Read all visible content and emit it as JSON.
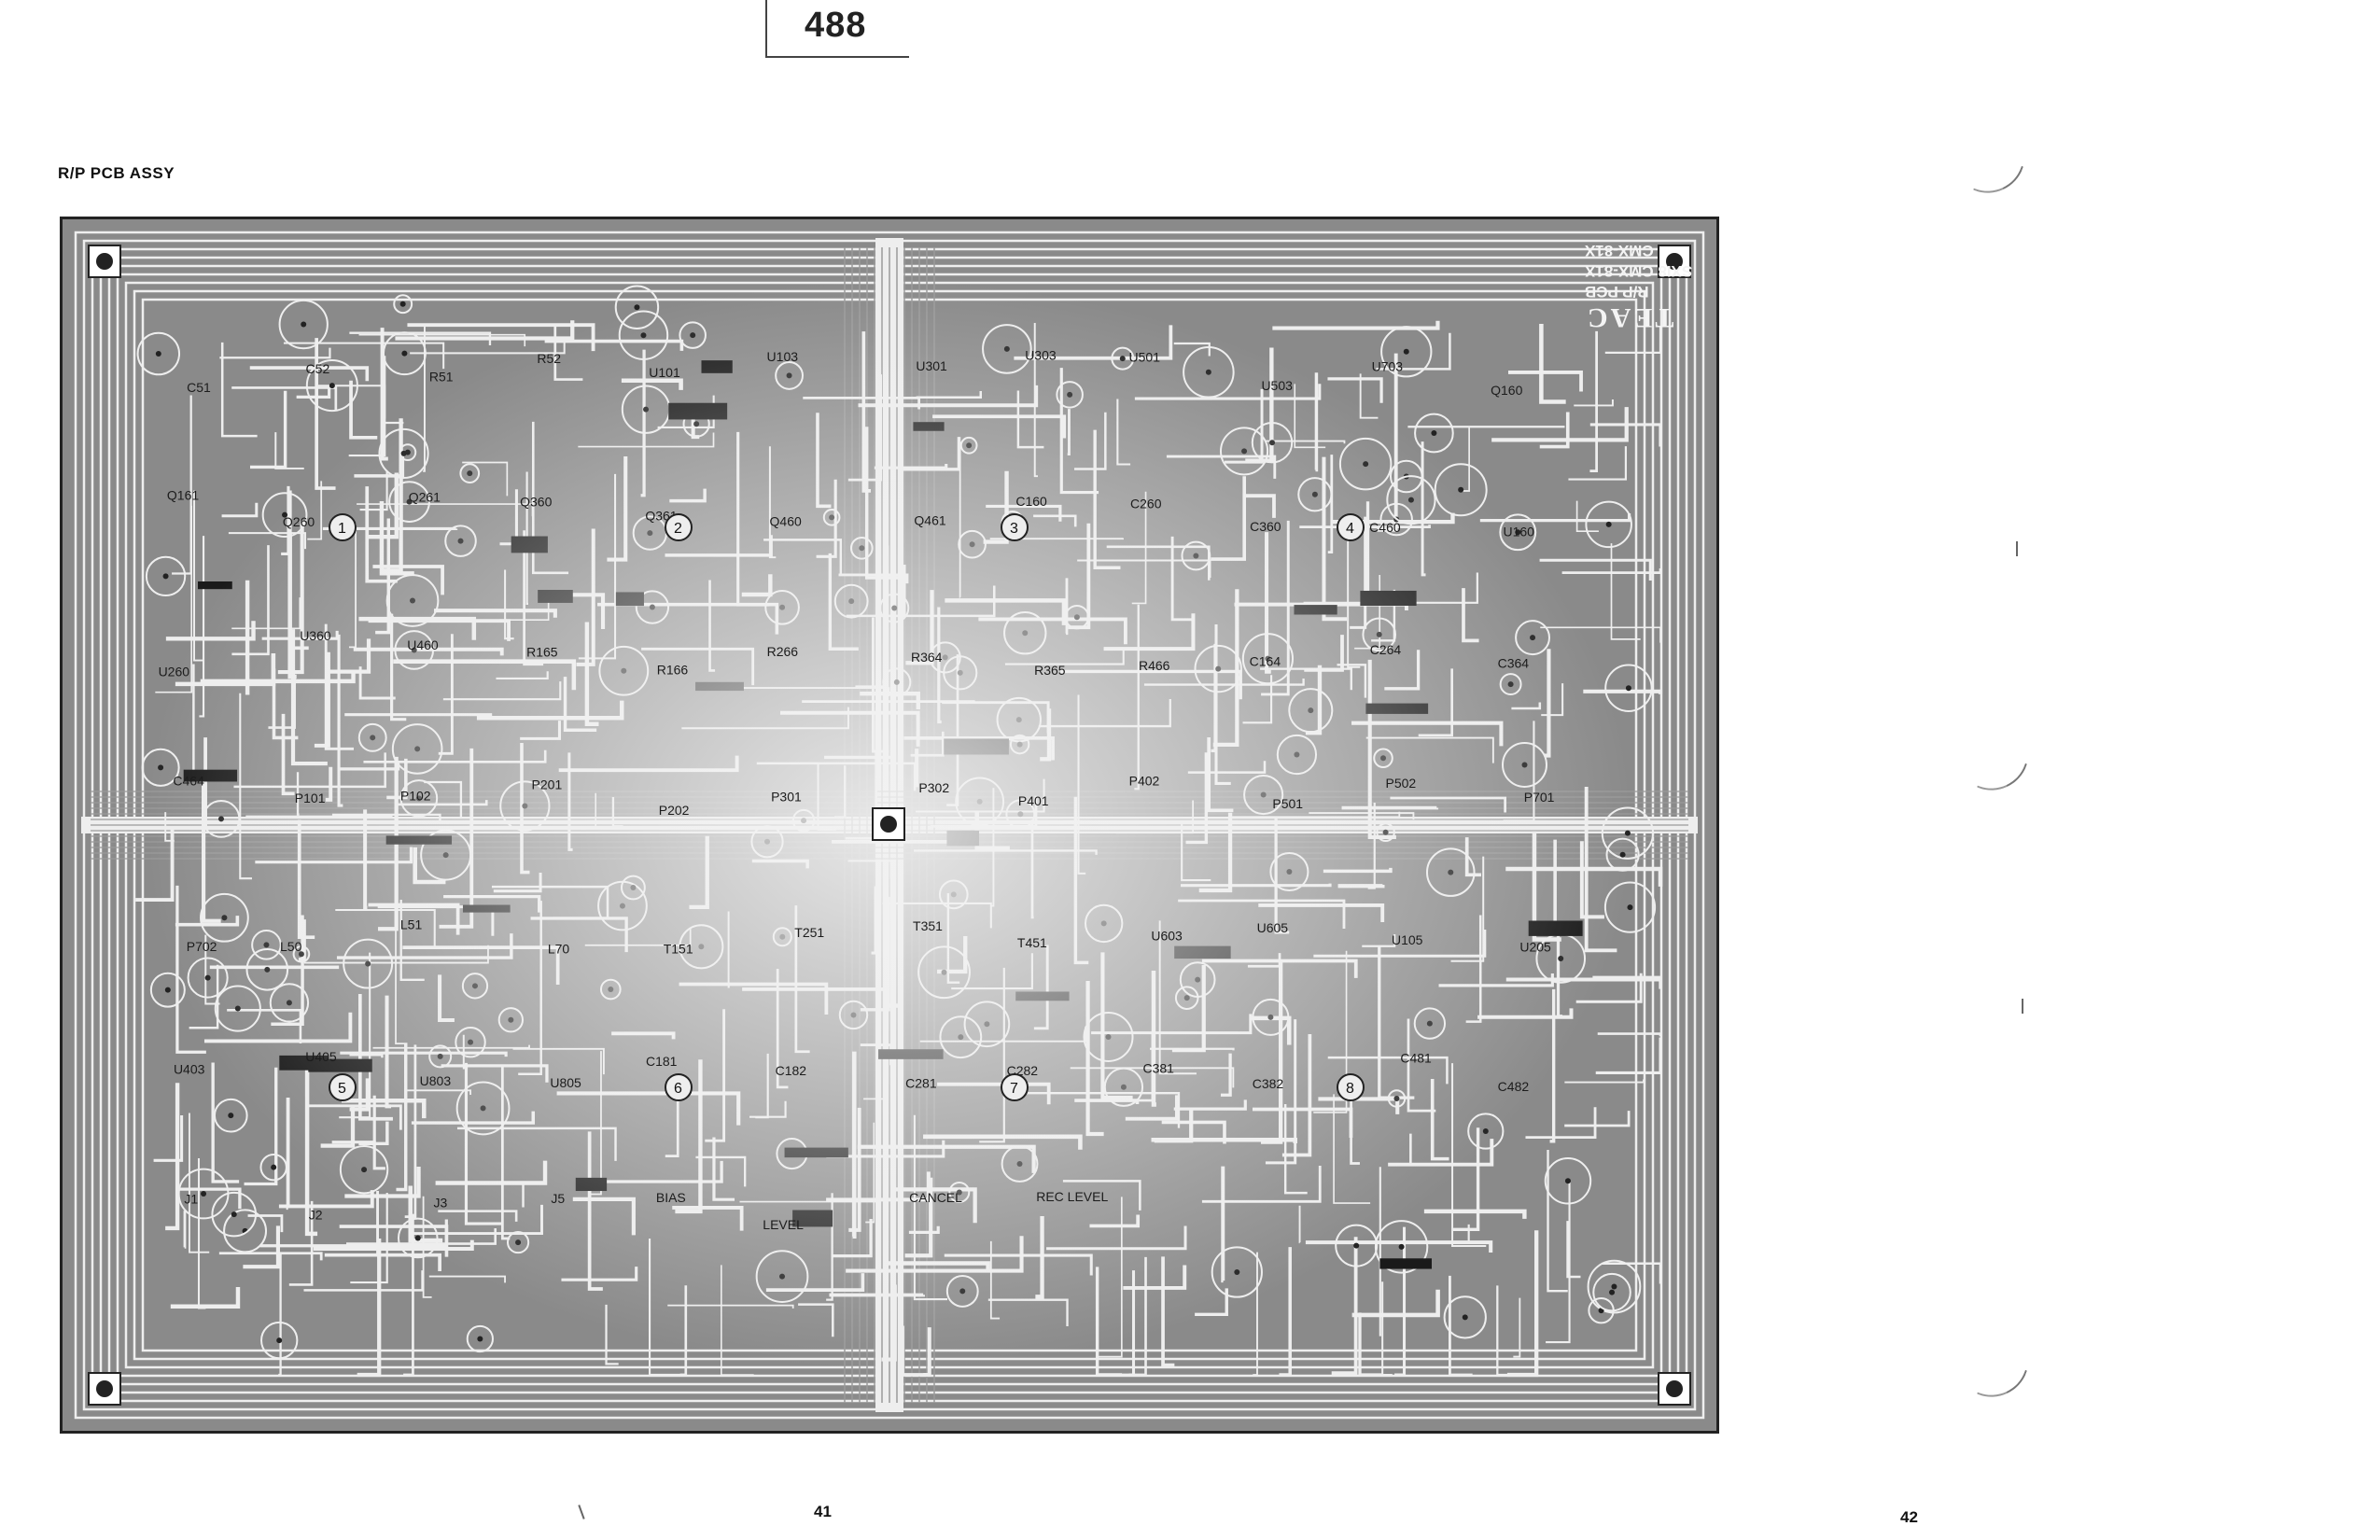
{
  "header": {
    "page_number": "488"
  },
  "section": {
    "title": "R/P PCB ASSY"
  },
  "board": {
    "brand": "TEAC",
    "label_line_1": "R/P PCB",
    "label_line_2": "SXI8 CMX-81X",
    "label_line_3": "CMX-81X",
    "trace_color": "#eeeeee",
    "copper_color": "#8a8a8a",
    "part_labels": [
      "C51",
      "C52",
      "R51",
      "R52",
      "U101",
      "U103",
      "U301",
      "U303",
      "U501",
      "U503",
      "U703",
      "Q160",
      "Q161",
      "Q260",
      "Q261",
      "Q360",
      "Q361",
      "Q460",
      "Q461",
      "C160",
      "C260",
      "C360",
      "C460",
      "U160",
      "U260",
      "U360",
      "U460",
      "R165",
      "R166",
      "R266",
      "R364",
      "R365",
      "R466",
      "C164",
      "C264",
      "C364",
      "C464",
      "P101",
      "P102",
      "P201",
      "P202",
      "P301",
      "P302",
      "P401",
      "P402",
      "P501",
      "P502",
      "P701",
      "P702",
      "L50",
      "L51",
      "L70",
      "T151",
      "T251",
      "T351",
      "T451",
      "U603",
      "U605",
      "U105",
      "U205",
      "U403",
      "U405",
      "U803",
      "U805",
      "C181",
      "C182",
      "C281",
      "C282",
      "C381",
      "C382",
      "C481",
      "C482",
      "J1",
      "J2",
      "J3",
      "J5",
      "BIAS",
      "LEVEL",
      "CANCEL",
      "REC LEVEL"
    ],
    "markers": [
      "1",
      "2",
      "3",
      "4",
      "5",
      "6",
      "7",
      "8"
    ]
  },
  "footer": {
    "left_folio": "41",
    "right_folio": "42"
  }
}
